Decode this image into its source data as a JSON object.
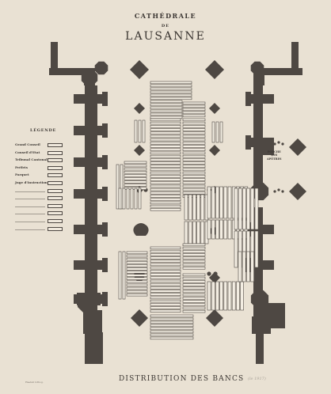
{
  "title_line1": "CATHÉDRALE",
  "title_line2": "DE",
  "title_line3": "LAUSANNE",
  "footer": "DISTRIBUTION DES BANCS",
  "footer_note": "(le 1917)",
  "stamp": "Haefeli Lithog.",
  "legend": {
    "heading": "LÉGENDE",
    "items": [
      "Grand Conseil",
      "Conseil d'Etat",
      "Tribunal Cantonal",
      "Préfets",
      "Parquet",
      "Juge d'Instruction"
    ],
    "blank_rows": 6
  },
  "side_label": [
    "PORCHE",
    "DES",
    "APÔTRES"
  ],
  "colors": {
    "paper": "#e9e1d3",
    "ink": "#4e4843",
    "bench": "#f3ede2"
  }
}
